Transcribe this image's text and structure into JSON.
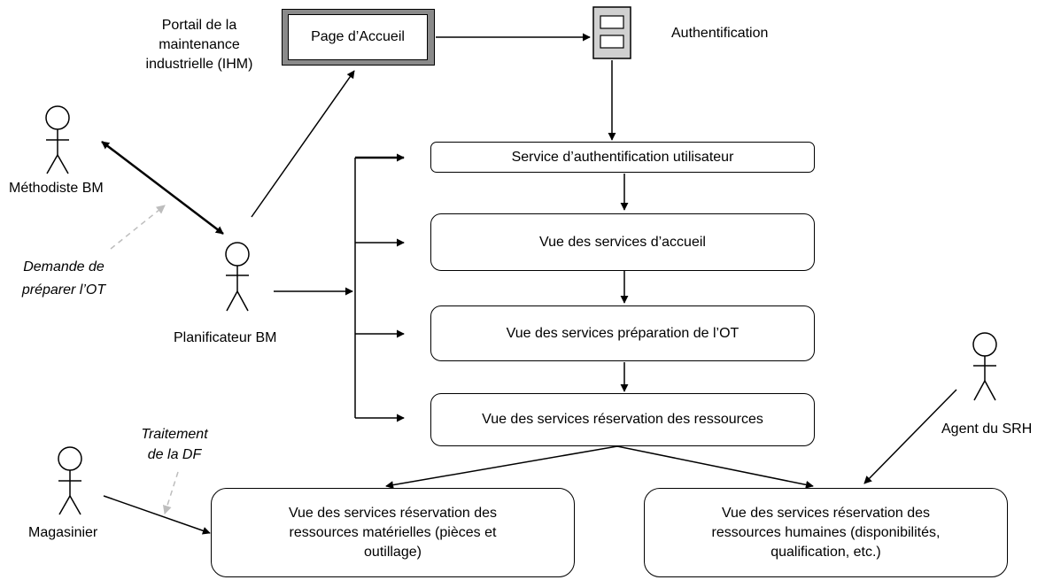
{
  "portal": {
    "caption_lines": [
      "Portail de  la",
      "maintenance",
      "industrielle  (IHM)"
    ],
    "button_label": "Page d’Accueil"
  },
  "auth": {
    "label": "Authentification"
  },
  "services": {
    "auth_service": "Service d’authentification utilisateur",
    "accueil": "Vue des services d’accueil",
    "preparation": "Vue des services préparation de l’OT",
    "reservation": "Vue des services réservation des ressources",
    "materielles": [
      "Vue des services réservation des",
      "ressources matérielles (pièces et",
      "outillage)"
    ],
    "humaines": [
      "Vue des services réservation des",
      "ressources humaines (disponibilités,",
      "qualification, etc.)"
    ]
  },
  "actors": {
    "methodiste": "Méthodiste BM",
    "planificateur": "Planificateur BM",
    "magasinier": "Magasinier",
    "agent_srh": "Agent du SRH"
  },
  "annotations": {
    "demande": [
      "Demande de",
      "préparer l’OT"
    ],
    "traitement": [
      "Traitement",
      "de la DF"
    ]
  }
}
